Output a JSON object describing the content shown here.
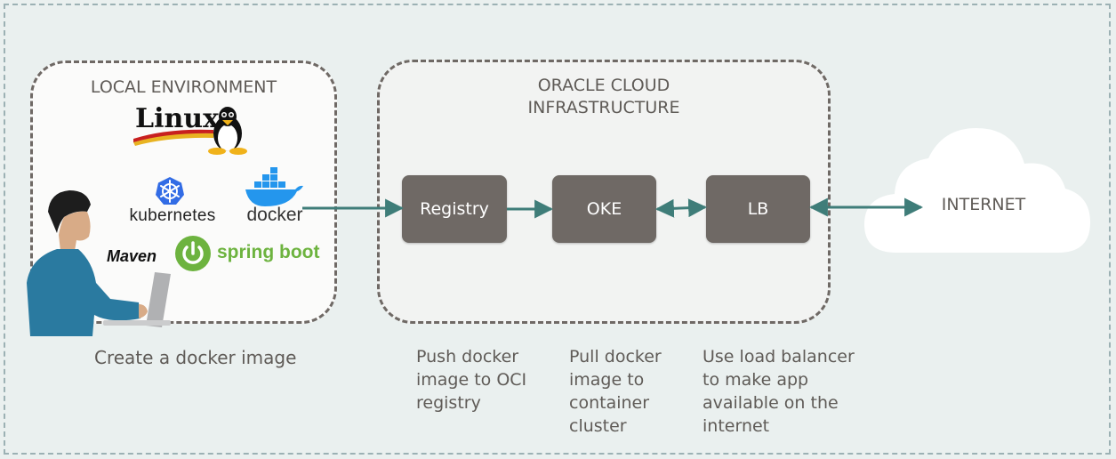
{
  "zones": {
    "local": {
      "title": "LOCAL ENVIRONMENT"
    },
    "oci": {
      "title_line1": "ORACLE CLOUD",
      "title_line2": "INFRASTRUCTURE"
    }
  },
  "logos": {
    "linux": "Linux",
    "kubernetes": "kubernetes",
    "docker": "docker",
    "maven": "Maven",
    "spring_boot": "spring boot"
  },
  "nodes": {
    "registry": "Registry",
    "oke": "OKE",
    "lb": "LB",
    "internet": "INTERNET"
  },
  "captions": {
    "local": "Create a docker image",
    "push": [
      "Push docker",
      "image to OCI",
      "registry"
    ],
    "pull": [
      "Pull docker",
      "image to",
      "container",
      "cluster"
    ],
    "lb": [
      "Use load balancer",
      "to make app",
      "available on the",
      "internet"
    ]
  },
  "colors": {
    "arrow": "#3f7d79",
    "node": "#6f6965",
    "spring_green": "#6db33f",
    "kubernetes_blue": "#326ce5",
    "docker_blue": "#2496ed",
    "person_shirt": "#2a7aa0"
  },
  "icons": [
    "linux-tux-icon",
    "kubernetes-helm-icon",
    "docker-whale-icon",
    "spring-power-icon",
    "person-laptop-icon",
    "cloud-icon"
  ]
}
